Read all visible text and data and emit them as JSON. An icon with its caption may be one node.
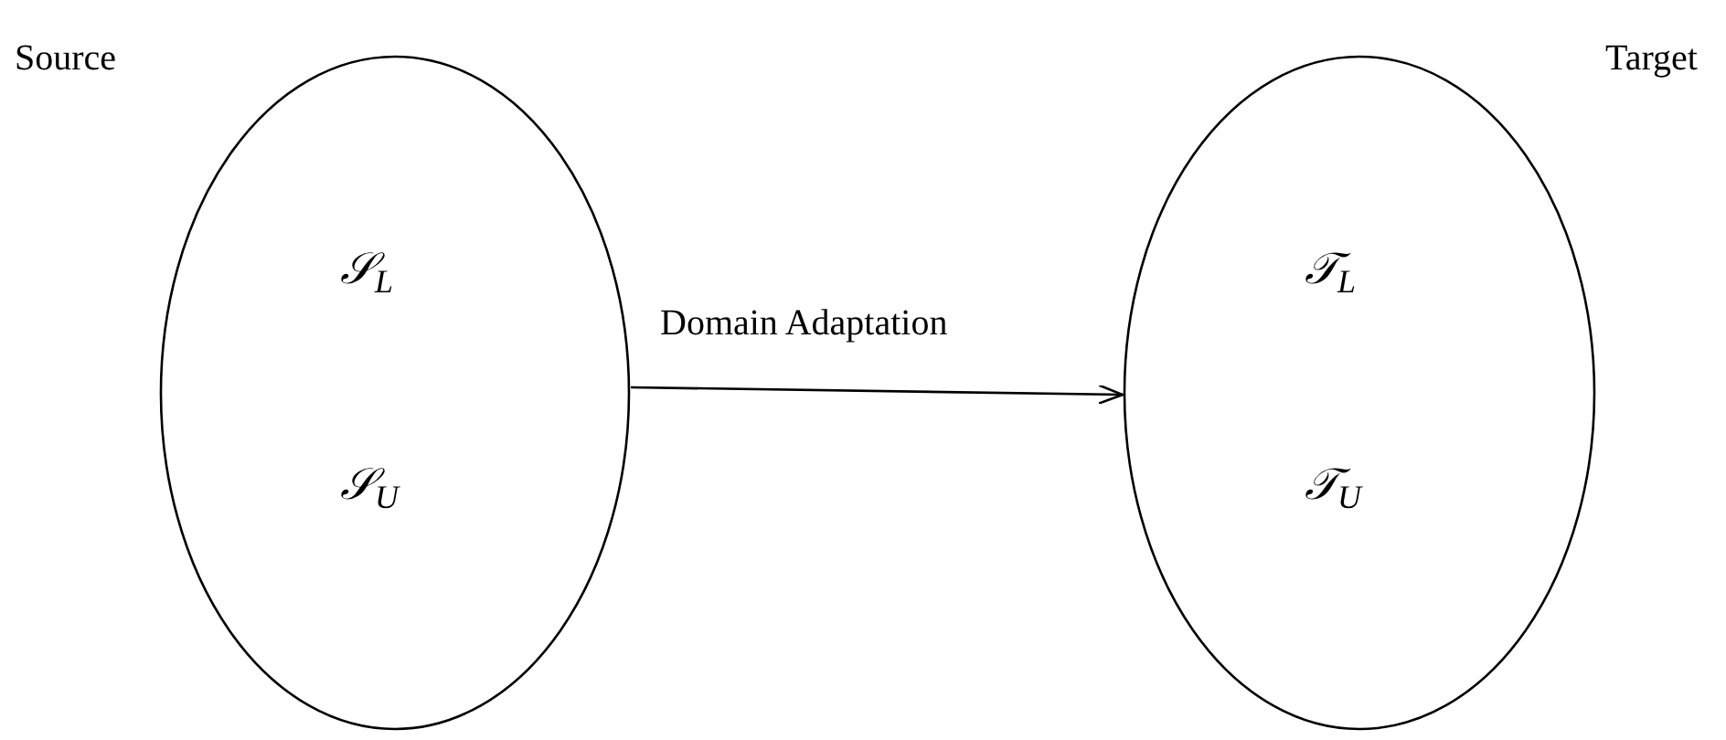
{
  "diagram": {
    "nodes": [
      {
        "text": [
          "Source",
          "𝒮$_{L}$",
          "𝒮$_{U}$"
        ]
      },
      {
        "text": [
          "Target",
          "𝒯$_{L}$",
          "𝒯$_{U}$"
        ]
      }
    ],
    "edges": [
      {
        "from": 0,
        "to": 1,
        "arrow": "to",
        "label": "Domain Adaptation"
      }
    ]
  }
}
